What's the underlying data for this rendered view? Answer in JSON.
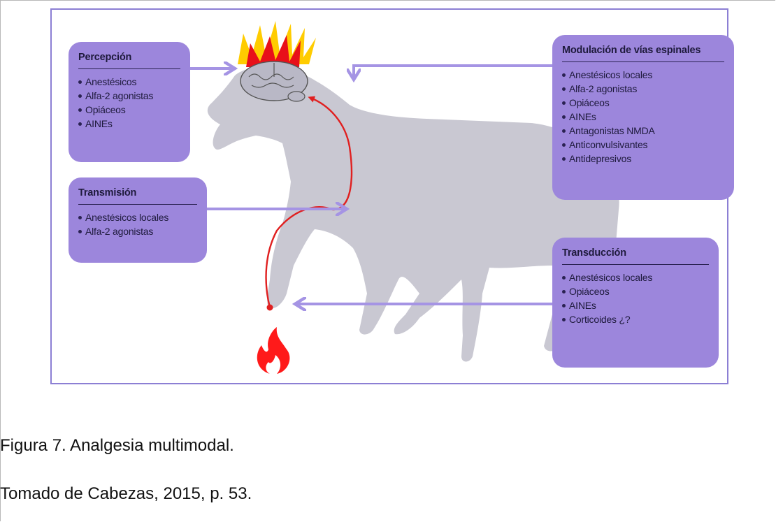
{
  "figure": {
    "boxes": {
      "percepcion": {
        "title": "Percepción",
        "items": [
          "Anestésicos",
          "Alfa-2 agonistas",
          "Opiáceos",
          "AINEs"
        ]
      },
      "transmision": {
        "title": "Transmisión",
        "items": [
          "Anestésicos locales",
          "Alfa-2 agonistas"
        ]
      },
      "modulacion": {
        "title": "Modulación de vías espinales",
        "items": [
          "Anestésicos locales",
          "Alfa-2 agonistas",
          "Opiáceos",
          "AINEs",
          "Antagonistas NMDA",
          "Anticonvulsivantes",
          "Antidepresivos"
        ]
      },
      "transduccion": {
        "title": "Transducción",
        "items": [
          "Anestésicos locales",
          "Opiáceos",
          "AINEs",
          "Corticoides ¿?"
        ]
      }
    },
    "colors": {
      "box": "#9c86dc",
      "arrow": "#a594e4",
      "dog": "#c9c8d2",
      "pain_path": "#e02020",
      "flame": "#ff1a1a",
      "frame": "#8c7fd4"
    }
  },
  "caption": {
    "line1": "Figura 7. Analgesia multimodal.",
    "line2": "Tomado de Cabezas, 2015, p. 53."
  }
}
